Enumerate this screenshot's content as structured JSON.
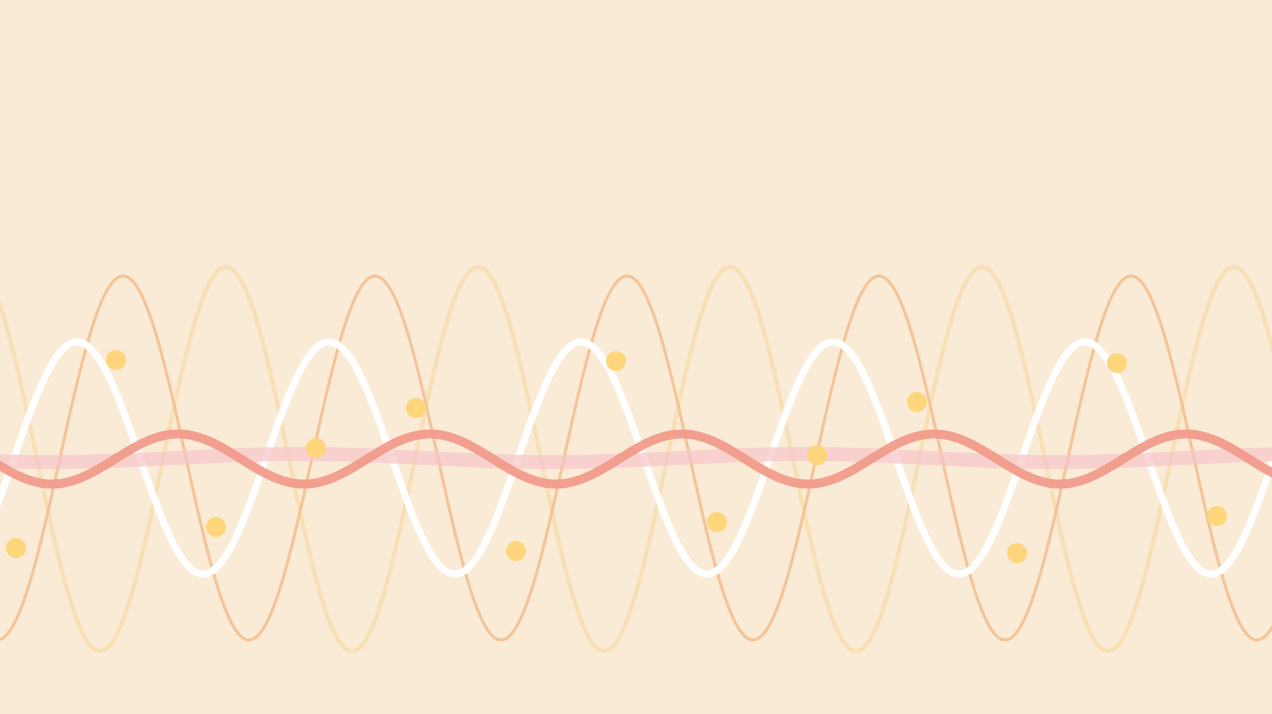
{
  "background_color": "#faebd7",
  "waves": [
    {
      "name": "pale-yellow-wave",
      "color": "#f7deb0",
      "opacity": 0.9
    },
    {
      "name": "orange-wave",
      "color": "#f3c497",
      "opacity": 1
    },
    {
      "name": "white-wave",
      "color": "#ffffff",
      "opacity": 1
    },
    {
      "name": "pink-band",
      "color": "#f6c5c9",
      "opacity": 0.7
    },
    {
      "name": "salmon-wave",
      "color": "#f19b8b",
      "opacity": 0.95
    }
  ],
  "dots": {
    "color": "#fdd57a",
    "count": 13
  }
}
